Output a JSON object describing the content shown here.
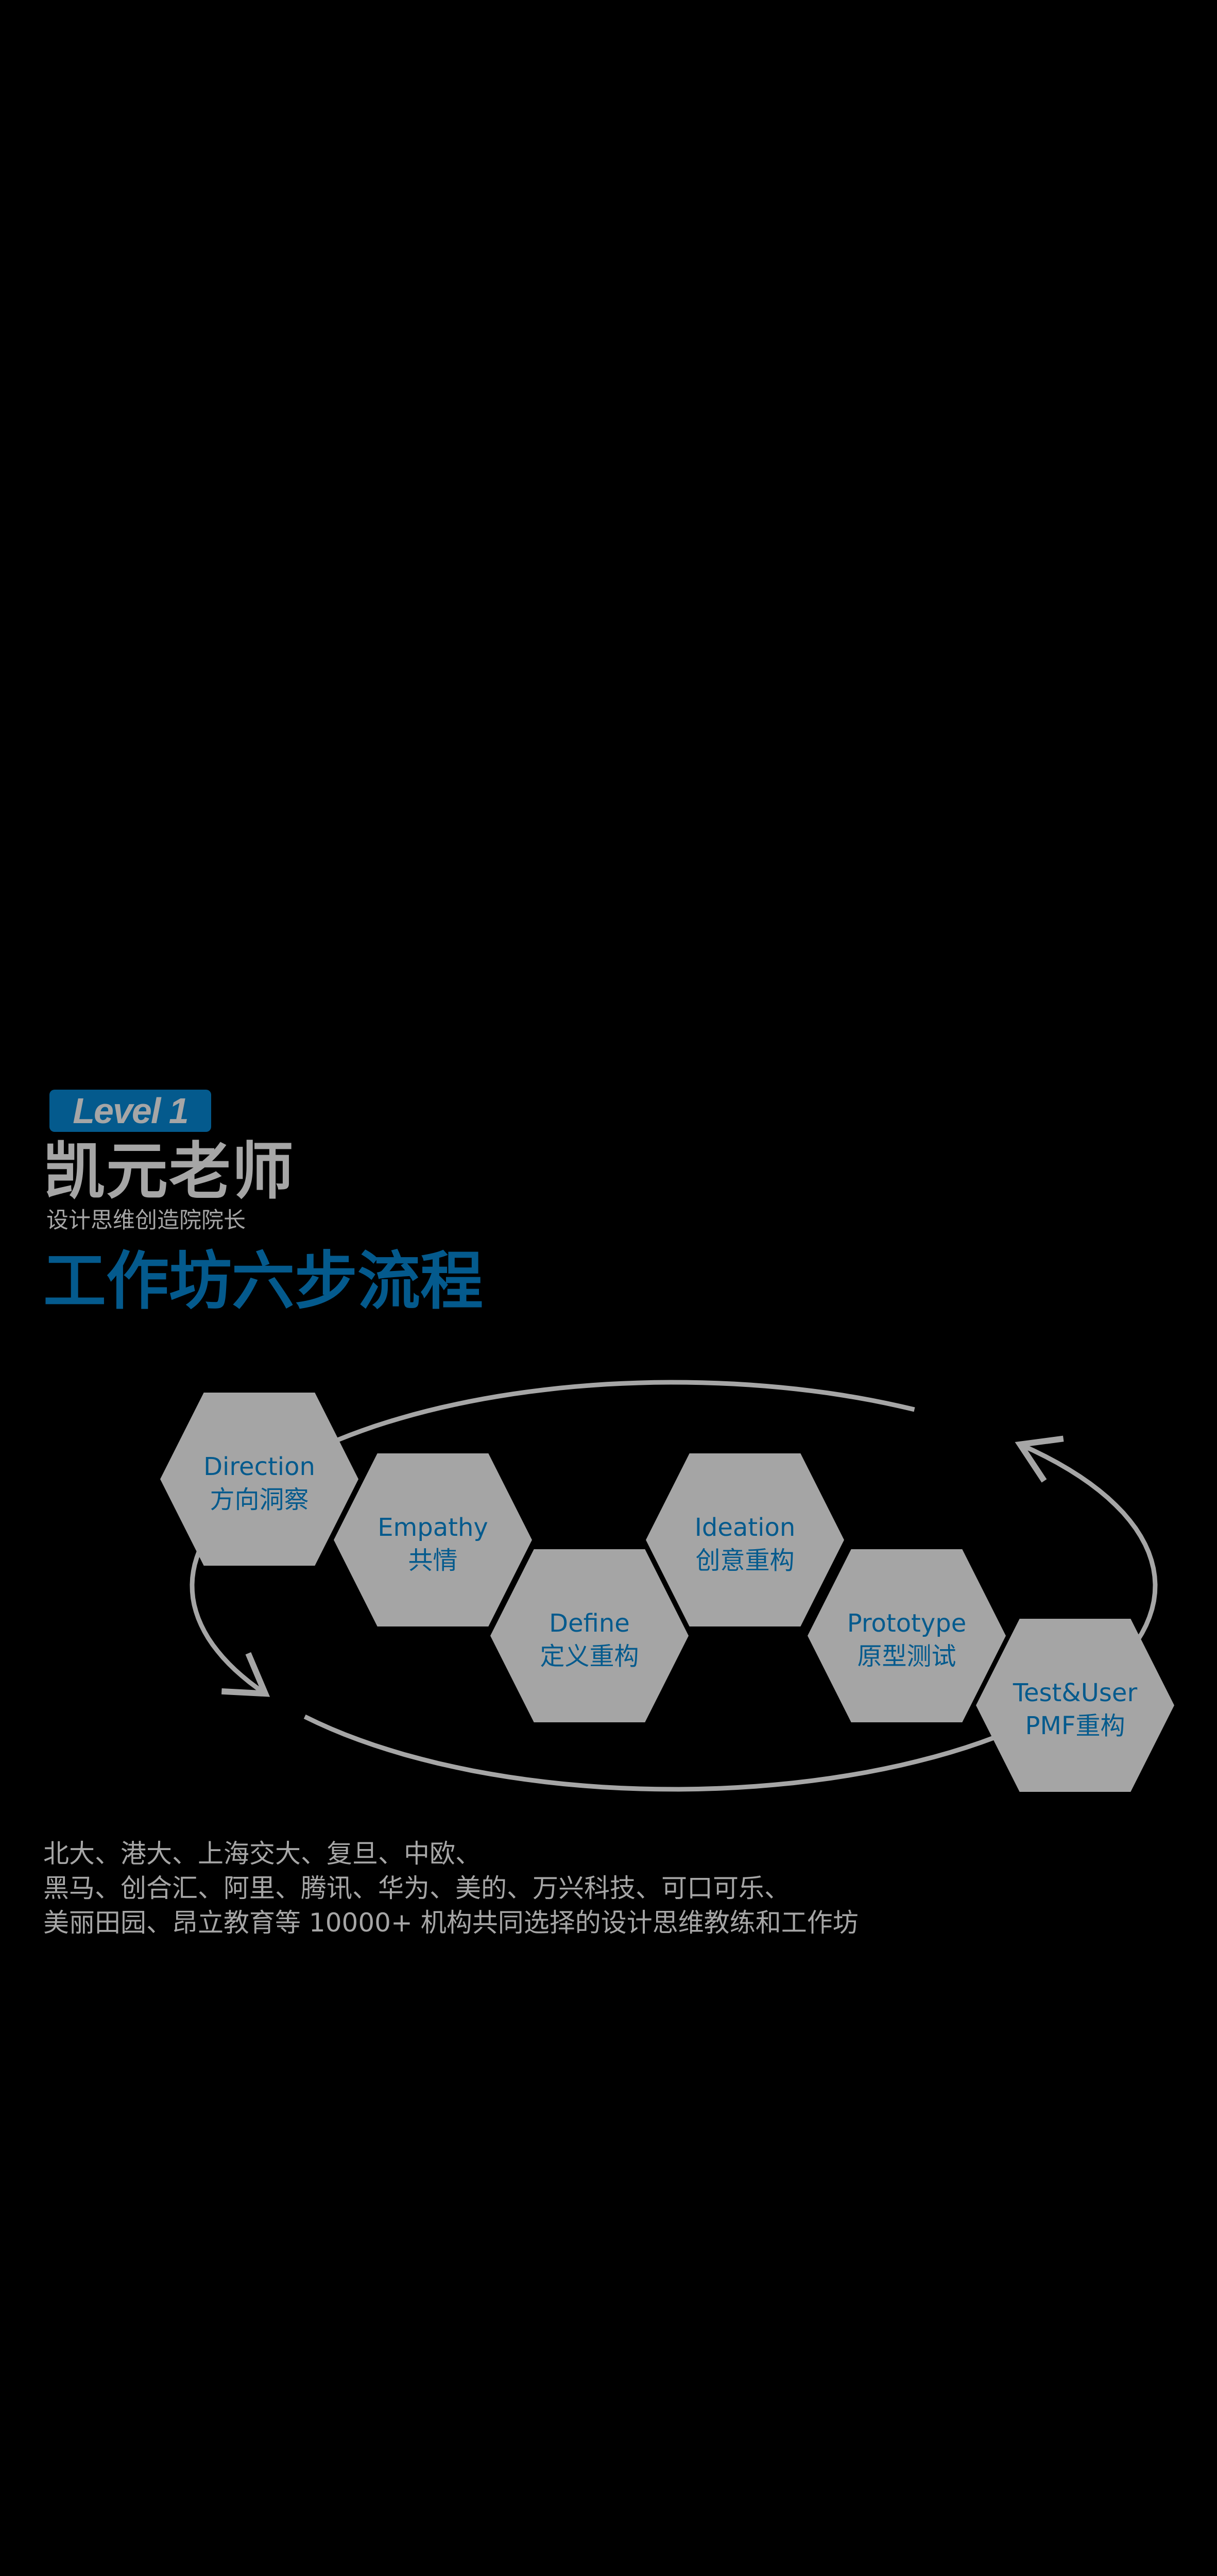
{
  "header": {
    "badge": "Level 1",
    "name": "凯元老师",
    "subtitle": "设计思维创造院院长",
    "title": "工作坊六步流程"
  },
  "steps": [
    {
      "en": "Direction",
      "zh": "方向洞察"
    },
    {
      "en": "Empathy",
      "zh": "共情"
    },
    {
      "en": "Define",
      "zh": "定义重构"
    },
    {
      "en": "Ideation",
      "zh": "创意重构"
    },
    {
      "en": "Prototype",
      "zh": "原型测试"
    },
    {
      "en": "Test&User",
      "zh": "PMF重构"
    }
  ],
  "description": [
    "北大、港大、上海交大、复旦、中欧、",
    "黑马、创合汇、阿里、腾讯、华为、美的、万兴科技、可口可乐、",
    "美丽田园、昂立教育等 10000+ 机构共同选择的设计思维教练和工作坊"
  ],
  "colors": {
    "accent": "#045a8d",
    "gray": "#a6a6a6",
    "background": "#000000"
  }
}
